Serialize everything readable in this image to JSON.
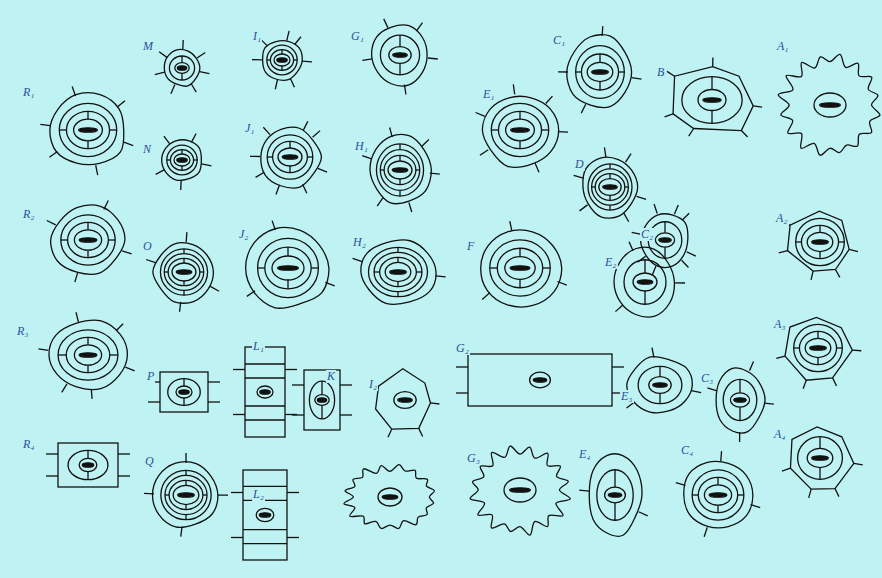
{
  "diagram": {
    "labels": [
      "R₁",
      "R₂",
      "R₃",
      "R₄",
      "M",
      "N",
      "O",
      "P",
      "Q",
      "I₁",
      "J₁",
      "J₂",
      "L₁",
      "L₂",
      "G₁",
      "H₁",
      "H₂",
      "K",
      "I₂",
      "E₁",
      "F",
      "G₂",
      "G₃",
      "C₁",
      "D",
      "E₂",
      "E₃",
      "E₄",
      "B",
      "A₁",
      "C₂",
      "A₂",
      "A₃",
      "C₃",
      "A₄",
      "C₄"
    ]
  }
}
